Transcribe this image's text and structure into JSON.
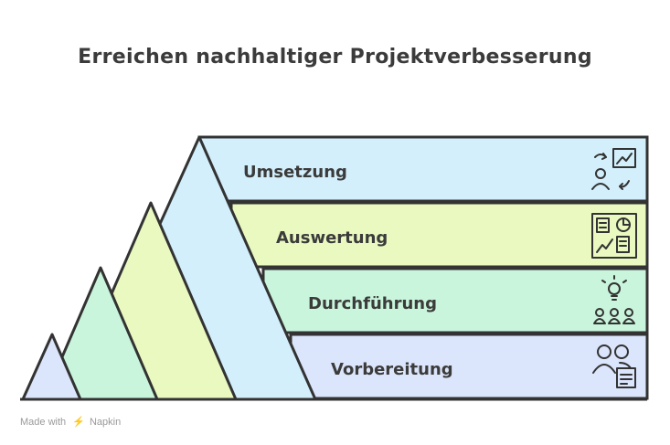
{
  "title": "Erreichen nachhaltiger Projektverbesserung",
  "steps": [
    {
      "label": "Umsetzung",
      "icon": "presentation-user-icon",
      "color": "#d3effc"
    },
    {
      "label": "Auswertung",
      "icon": "dashboard-report-icon",
      "color": "#e9f9c0"
    },
    {
      "label": "Durchführung",
      "icon": "team-idea-icon",
      "color": "#c9f5dc"
    },
    {
      "label": "Vorbereitung",
      "icon": "users-document-icon",
      "color": "#dbe5fb"
    }
  ],
  "footer": {
    "made_with": "Made with",
    "brand": "Napkin"
  }
}
